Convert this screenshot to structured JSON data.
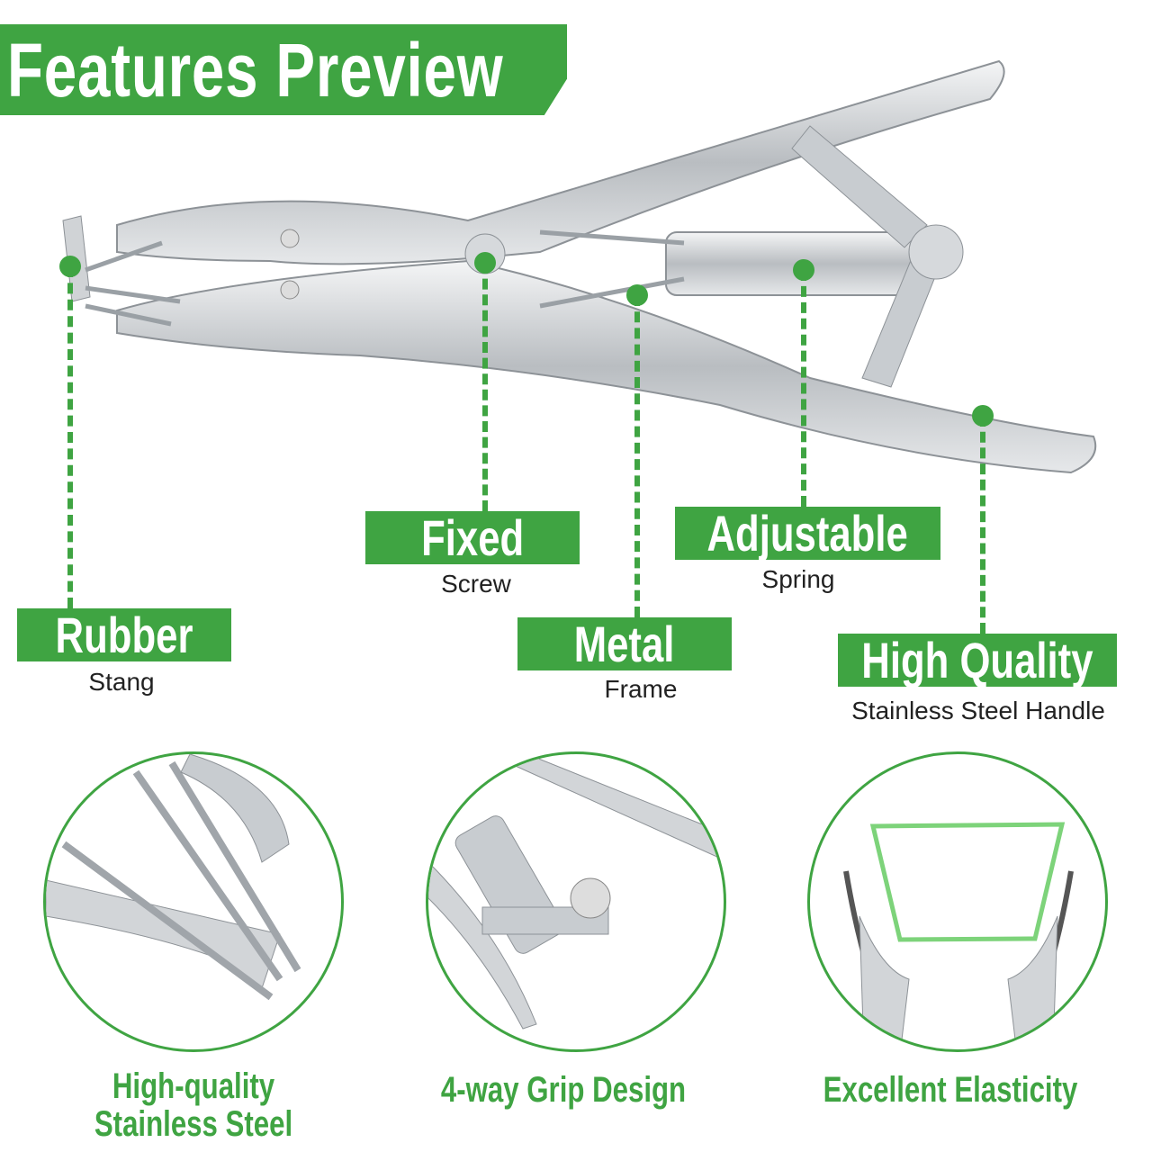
{
  "title": "Features Preview",
  "callouts": [
    {
      "label": "Rubber",
      "sub": "Stang"
    },
    {
      "label": "Fixed",
      "sub": "Screw"
    },
    {
      "label": "Metal",
      "sub": "Frame"
    },
    {
      "label": "Adjustable",
      "sub": "Spring"
    },
    {
      "label": "High Quality",
      "sub": "Stainless Steel Handle"
    }
  ],
  "features": [
    {
      "line1": "High-quality",
      "line2": "Stainless Steel"
    },
    {
      "line1": "4-way Grip Design"
    },
    {
      "line1": "Excellent Elasticity"
    }
  ],
  "colors": {
    "accent": "#3fa442",
    "steel": "#c8ccd0"
  }
}
